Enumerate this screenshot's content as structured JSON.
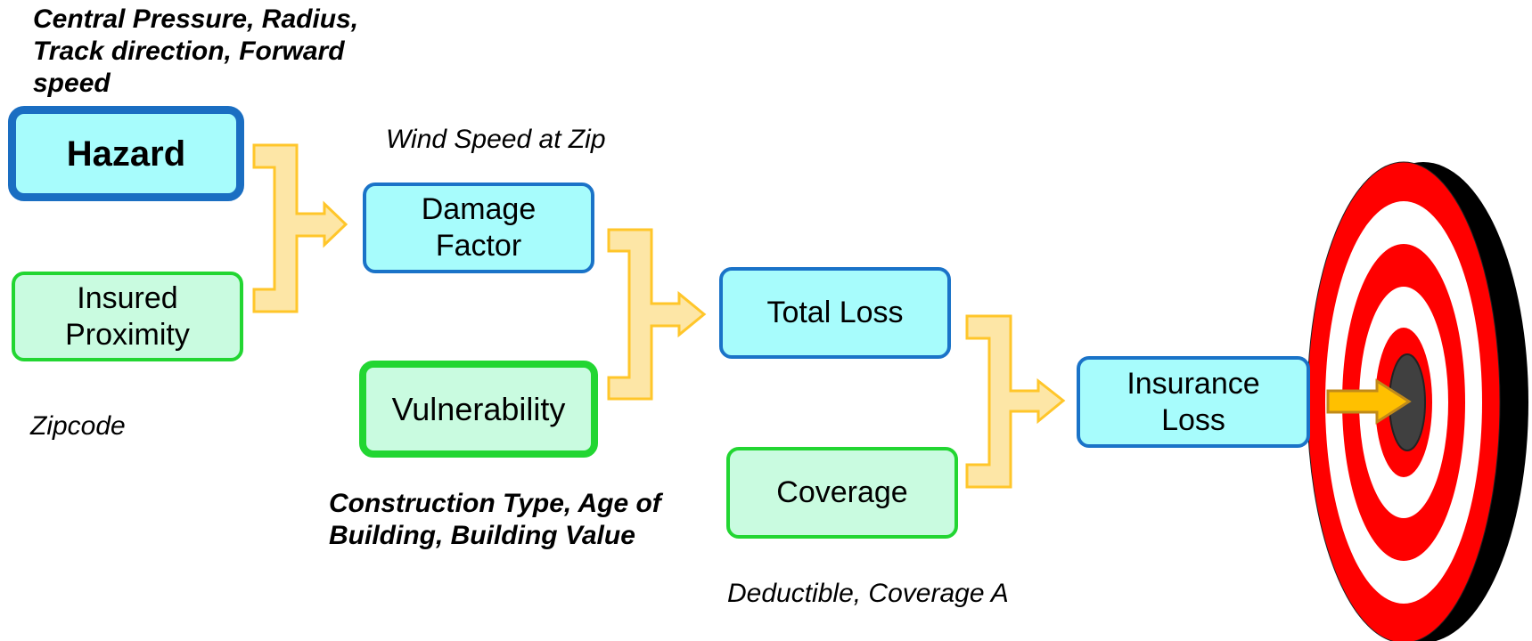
{
  "nodes": {
    "hazard": "Hazard",
    "insured_proximity": "Insured\nProximity",
    "damage_factor": "Damage\nFactor",
    "vulnerability": "Vulnerability",
    "total_loss": "Total Loss",
    "coverage": "Coverage",
    "insurance_loss": "Insurance\nLoss"
  },
  "annotations": {
    "hazard_inputs": "Central Pressure, Radius,\nTrack direction, Forward\nspeed",
    "proximity_inputs": "Zipcode",
    "damage_output": "Wind Speed at Zip",
    "vulnerability_inputs": "Construction Type, Age of\nBuilding, Building Value",
    "coverage_inputs": "Deductible, Coverage A"
  },
  "colors": {
    "node_fill_blue": "#a7fcfc",
    "node_border_blue": "#1a73c8",
    "node_fill_green": "#c9fbe0",
    "node_border_green": "#22d632",
    "connector_fill": "#fde6a6",
    "connector_stroke": "#ffc62a",
    "target_red": "#ff0000",
    "target_white": "#ffffff",
    "target_center": "#404040",
    "dart_arrow": "#ffc000"
  },
  "icons": {
    "connectors": "merge-bracket-arrow",
    "target": "bullseye-target-icon",
    "dart": "arrow-icon"
  }
}
